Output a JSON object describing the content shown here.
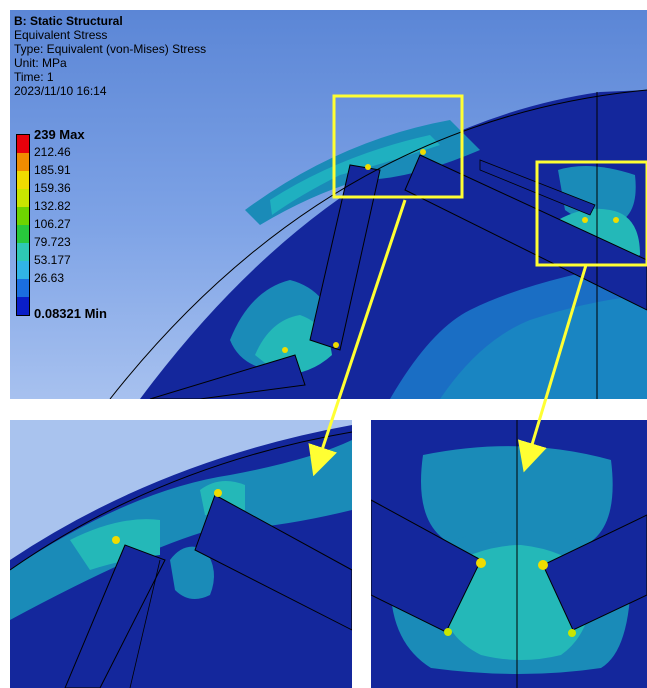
{
  "legend": {
    "title": "B: Static Structural",
    "result": "Equivalent Stress",
    "type": "Type: Equivalent (von-Mises) Stress",
    "unit": "Unit: MPa",
    "time": "Time: 1",
    "date": "2023/11/10 16:14"
  },
  "scale": {
    "max_label": "239 Max",
    "min_label": "0.08321 Min",
    "values": [
      "212.46",
      "185.91",
      "159.36",
      "132.82",
      "106.27",
      "79.723",
      "53.177",
      "26.63"
    ],
    "colors": [
      "#e8000b",
      "#f08c00",
      "#f0dc00",
      "#c8e600",
      "#6ed400",
      "#28c83c",
      "#2ec8b4",
      "#31b4e6",
      "#1a6ee0",
      "#0a1ec8"
    ]
  },
  "colors": {
    "highlight": "#ffff33",
    "background_top": "#5b86d6",
    "stress_low": "#14279c",
    "stress_mid": "#18a5c2"
  }
}
